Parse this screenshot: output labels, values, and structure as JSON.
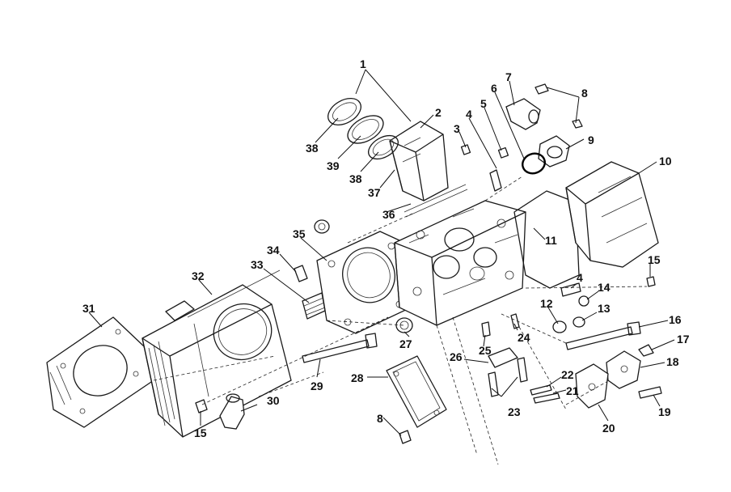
{
  "diagram": {
    "callouts": [
      {
        "id": "c1",
        "text": "1"
      },
      {
        "id": "c2",
        "text": "2"
      },
      {
        "id": "c3",
        "text": "3"
      },
      {
        "id": "c4a",
        "text": "4"
      },
      {
        "id": "c5",
        "text": "5"
      },
      {
        "id": "c6",
        "text": "6"
      },
      {
        "id": "c7",
        "text": "7"
      },
      {
        "id": "c8a",
        "text": "8"
      },
      {
        "id": "c9",
        "text": "9"
      },
      {
        "id": "c10",
        "text": "10"
      },
      {
        "id": "c11",
        "text": "11"
      },
      {
        "id": "c15a",
        "text": "15"
      },
      {
        "id": "c4b",
        "text": "4"
      },
      {
        "id": "c14",
        "text": "14"
      },
      {
        "id": "c12",
        "text": "12"
      },
      {
        "id": "c13",
        "text": "13"
      },
      {
        "id": "c16",
        "text": "16"
      },
      {
        "id": "c17",
        "text": "17"
      },
      {
        "id": "c18",
        "text": "18"
      },
      {
        "id": "c19",
        "text": "19"
      },
      {
        "id": "c20",
        "text": "20"
      },
      {
        "id": "c21",
        "text": "21"
      },
      {
        "id": "c22",
        "text": "22"
      },
      {
        "id": "c23",
        "text": "23"
      },
      {
        "id": "c24",
        "text": "24"
      },
      {
        "id": "c25",
        "text": "25"
      },
      {
        "id": "c26",
        "text": "26"
      },
      {
        "id": "c27",
        "text": "27"
      },
      {
        "id": "c28",
        "text": "28"
      },
      {
        "id": "c8b",
        "text": "8"
      },
      {
        "id": "c29",
        "text": "29"
      },
      {
        "id": "c30",
        "text": "30"
      },
      {
        "id": "c15b",
        "text": "15"
      },
      {
        "id": "c31",
        "text": "31"
      },
      {
        "id": "c32",
        "text": "32"
      },
      {
        "id": "c33",
        "text": "33"
      },
      {
        "id": "c34",
        "text": "34"
      },
      {
        "id": "c35",
        "text": "35"
      },
      {
        "id": "c36",
        "text": "36"
      },
      {
        "id": "c37",
        "text": "37"
      },
      {
        "id": "c38a",
        "text": "38"
      },
      {
        "id": "c39",
        "text": "39"
      },
      {
        "id": "c38b",
        "text": "38"
      }
    ]
  }
}
